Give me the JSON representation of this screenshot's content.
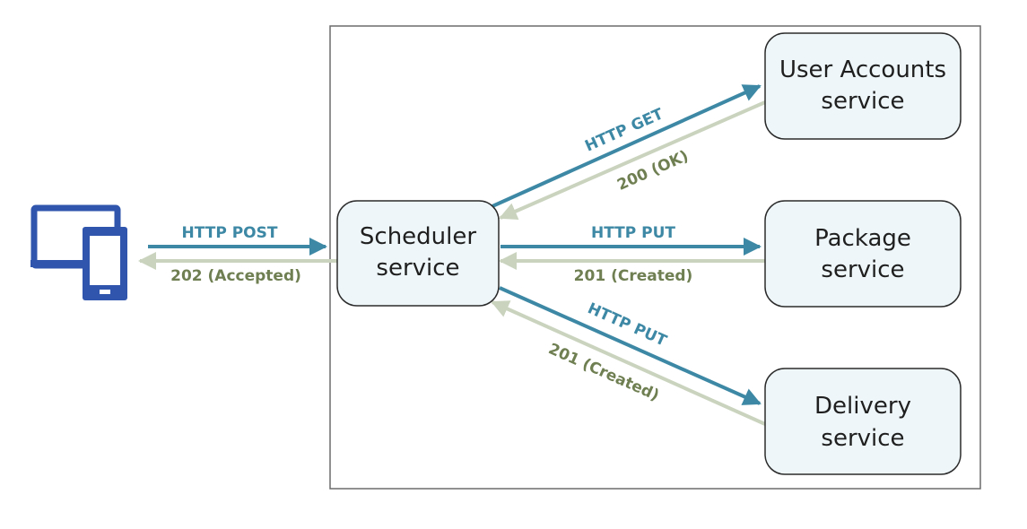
{
  "colors": {
    "request": "#3d88a4",
    "response": "#c9d3bd",
    "request_text": "#3d88a4",
    "response_text": "#6f7f52",
    "node_fill": "#eef6f9",
    "node_stroke": "#2b2b2b",
    "device": "#2f55ad",
    "boundary": "#6b6b6b"
  },
  "client": {
    "icon": "desktop-and-tablet-icon"
  },
  "nodes": {
    "scheduler": {
      "line1": "Scheduler",
      "line2": "service"
    },
    "accounts": {
      "line1": "User Accounts",
      "line2": "service"
    },
    "package": {
      "line1": "Package",
      "line2": "service"
    },
    "delivery": {
      "line1": "Delivery",
      "line2": "service"
    }
  },
  "edges": {
    "post": {
      "request": "HTTP POST",
      "response": "202 (Accepted)"
    },
    "accounts": {
      "request": "HTTP GET",
      "response": "200 (OK)"
    },
    "package": {
      "request": "HTTP PUT",
      "response": "201 (Created)"
    },
    "delivery": {
      "request": "HTTP PUT",
      "response": "201 (Created)"
    }
  }
}
